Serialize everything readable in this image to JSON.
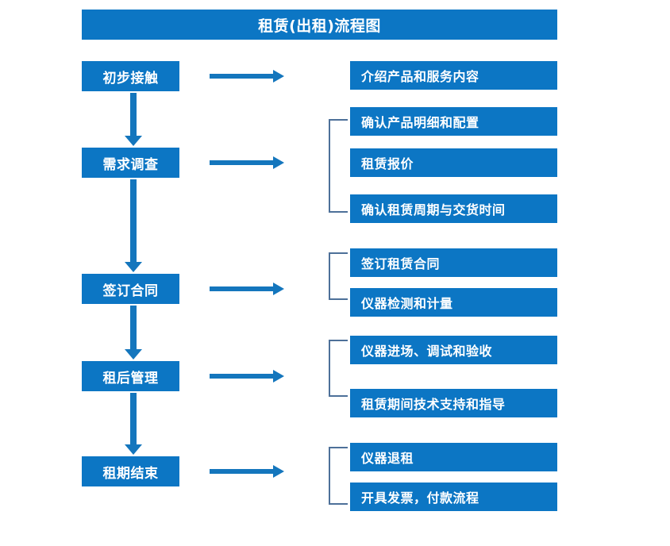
{
  "diagram": {
    "title": "租赁(出租)流程图",
    "colors": {
      "box_fill": "#0c76c4",
      "box_text": "#ffffff",
      "arrow": "#1476bd",
      "bracket": "#4d7099",
      "background": "#ffffff"
    },
    "stages": [
      {
        "id": "stage-1",
        "label": "初步接触"
      },
      {
        "id": "stage-2",
        "label": "需求调查"
      },
      {
        "id": "stage-3",
        "label": "签订合同"
      },
      {
        "id": "stage-4",
        "label": "租后管理"
      },
      {
        "id": "stage-5",
        "label": "租期结束"
      }
    ],
    "details": [
      {
        "id": "detail-1-1",
        "label": "介绍产品和服务内容",
        "group": 1
      },
      {
        "id": "detail-2-1",
        "label": "确认产品明细和配置",
        "group": 2
      },
      {
        "id": "detail-2-2",
        "label": "租赁报价",
        "group": 2
      },
      {
        "id": "detail-2-3",
        "label": "确认租赁周期与交货时间",
        "group": 2
      },
      {
        "id": "detail-3-1",
        "label": "签订租赁合同",
        "group": 3
      },
      {
        "id": "detail-3-2",
        "label": "仪器检测和计量",
        "group": 3
      },
      {
        "id": "detail-4-1",
        "label": "仪器进场、调试和验收",
        "group": 4
      },
      {
        "id": "detail-4-2",
        "label": "租赁期间技术支持和指导",
        "group": 4
      },
      {
        "id": "detail-5-1",
        "label": "仪器退租",
        "group": 5
      },
      {
        "id": "detail-5-2",
        "label": "开具发票，付款流程",
        "group": 5
      }
    ],
    "connectors": {
      "horizontal_arrow_count": 5,
      "vertical_arrow_count": 4,
      "bracket_count": 4
    }
  }
}
